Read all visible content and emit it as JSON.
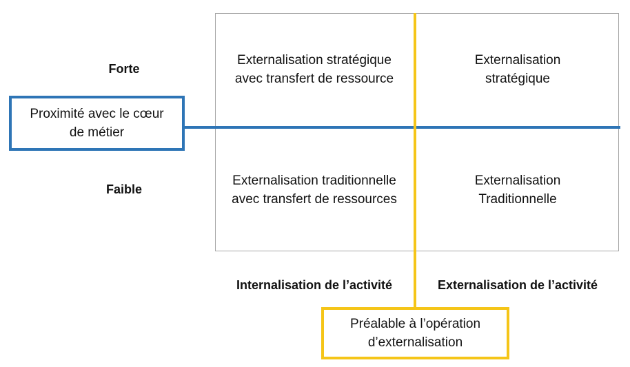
{
  "colors": {
    "vertical_axis": "#2e75b6",
    "horizontal_axis": "#f5c518",
    "grid_border": "#a6a6a6"
  },
  "row_labels": {
    "top": "Forte",
    "bottom": "Faible"
  },
  "column_labels": {
    "left": "Internalisation de l’activité",
    "right": "Externalisation de l’activité"
  },
  "quadrants": {
    "top_left": "Externalisation stratégique\navec transfert de ressource",
    "top_right": "Externalisation\nstratégique",
    "bottom_left": "Externalisation traditionnelle\navec transfert de ressources",
    "bottom_right": "Externalisation\nTraditionnelle"
  },
  "axis_boxes": {
    "vertical": "Proximité avec le cœur\nde métier",
    "horizontal": "Préalable à l’opération\nd’externalisation"
  }
}
